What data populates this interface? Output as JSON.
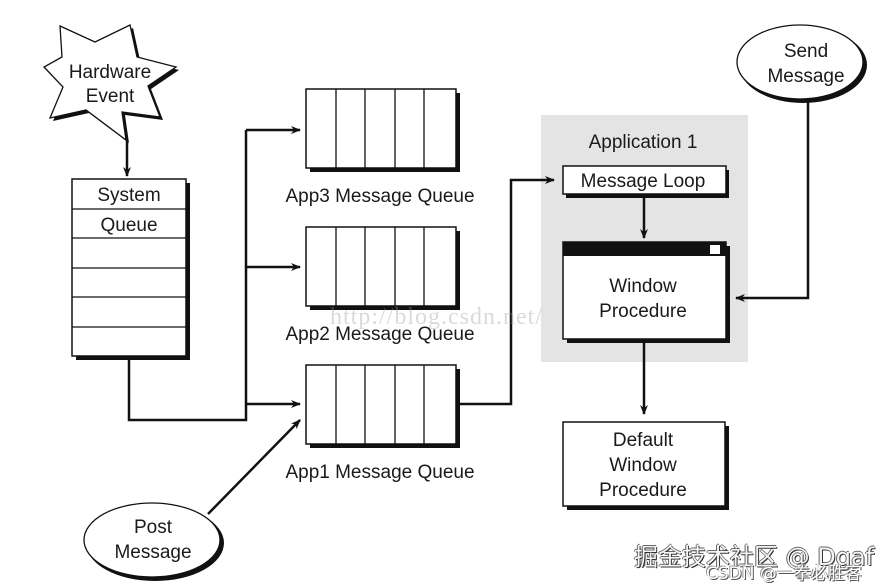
{
  "diagram": {
    "hardware_event": {
      "line1": "Hardware",
      "line2": "Event"
    },
    "system_queue": {
      "line1": "System",
      "line2": "Queue"
    },
    "queues": {
      "app3": "App3 Message Queue",
      "app2": "App2 Message Queue",
      "app1": "App1 Message Queue"
    },
    "application": {
      "title": "Application 1",
      "message_loop": "Message Loop",
      "window_procedure": {
        "line1": "Window",
        "line2": "Procedure"
      }
    },
    "default_window_procedure": {
      "line1": "Default",
      "line2": "Window",
      "line3": "Procedure"
    },
    "send_message": {
      "line1": "Send",
      "line2": "Message"
    },
    "post_message": {
      "line1": "Post",
      "line2": "Message"
    }
  },
  "watermarks": {
    "url": "http://blog.csdn.net/",
    "juejin": "掘金技术社区 @ Dgaf",
    "csdn": "CSDN @一拳必胜客"
  },
  "colors": {
    "stroke": "#111111",
    "app_panel": "#e4e4e4",
    "shadow": "#111111"
  }
}
